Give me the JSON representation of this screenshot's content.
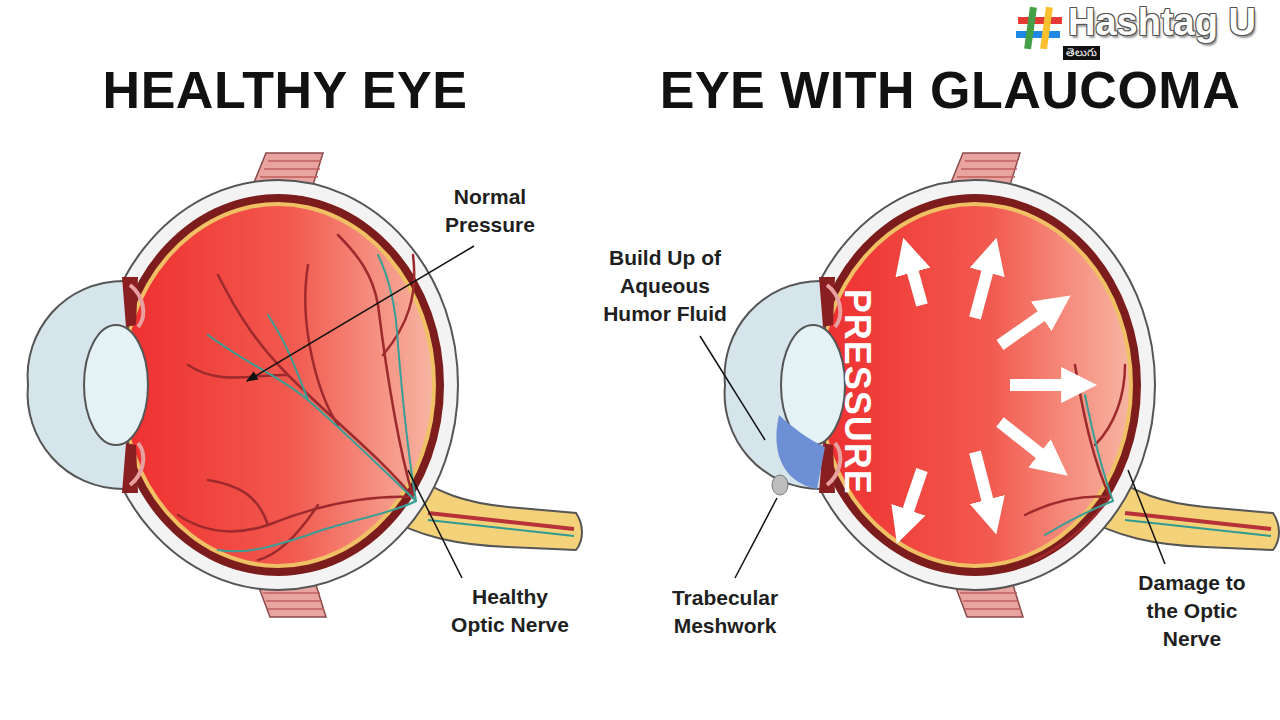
{
  "diagram": {
    "labels": [
      "Hashtag U",
      "తెలుగు",
      "HEALTHY EYE",
      "EYE WITH GLAUCOMA",
      "Normal Pressure",
      "Healthy Optic Nerve",
      "Build Up of Aqueous Humor Fluid",
      "Trabecular Meshwork",
      "PRESSURE",
      "Damage to the Optic Nerve"
    ]
  }
}
